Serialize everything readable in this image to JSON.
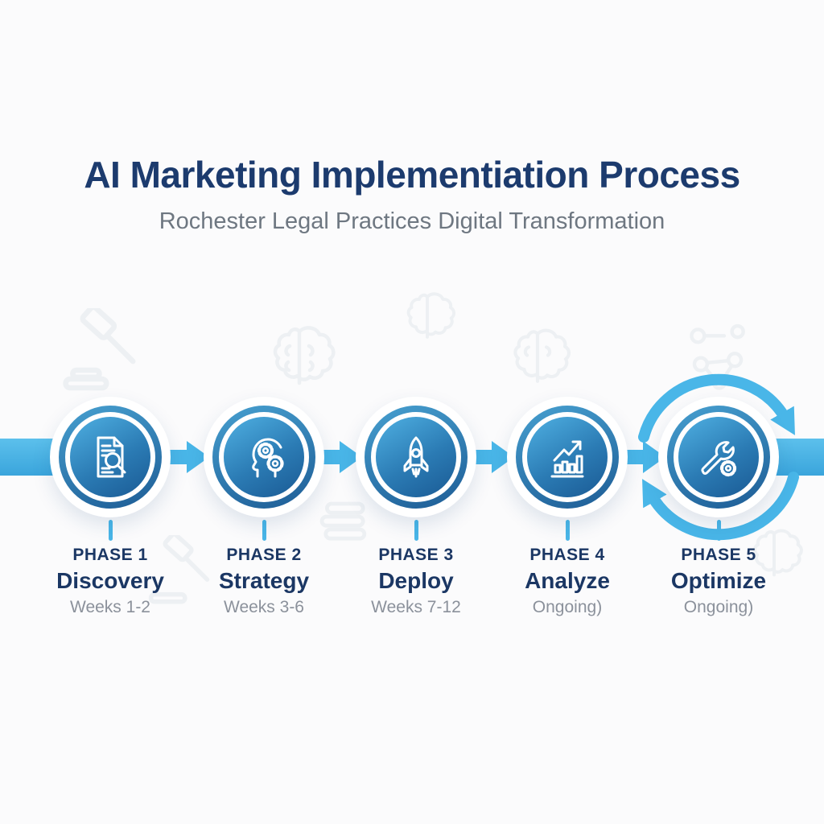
{
  "header": {
    "title": "AI Marketing Implementiation Process",
    "subtitle": "Rochester Legal Practices Digital Transformation"
  },
  "phases": [
    {
      "phase": "PHASE 1",
      "name": "Discovery",
      "duration": "Weeks 1-2",
      "icon": "document-search-icon"
    },
    {
      "phase": "PHASE 2",
      "name": "Strategy",
      "duration": "Weeks 3-6",
      "icon": "head-gears-icon"
    },
    {
      "phase": "PHASE 3",
      "name": "Deploy",
      "duration": "Weeks 7-12",
      "icon": "rocket-icon"
    },
    {
      "phase": "PHASE 4",
      "name": "Analyze",
      "duration": "Ongoing)",
      "icon": "growth-chart-icon"
    },
    {
      "phase": "PHASE 5",
      "name": "Optimize",
      "duration": "Ongoing)",
      "icon": "wrench-gear-icon"
    }
  ],
  "colors": {
    "accent_light_blue": "#49B6E8",
    "ring_gradient_top": "#47A0D0",
    "ring_gradient_bottom": "#1D5C95",
    "inner_gradient_top": "#4FB0E2",
    "inner_gradient_bottom": "#1A5A94",
    "title_navy": "#1C3B6E",
    "label_navy": "#1B3764",
    "subtitle_gray": "#6E7781",
    "duration_gray": "#8B919B",
    "watermark_gray": "#EDF0F3",
    "background": "#FBFBFC"
  },
  "watermarks": [
    "gavel-icon",
    "brain-icon",
    "brain-icon",
    "brain-icon",
    "network-nodes-icon",
    "gavel-icon",
    "books-icon",
    "brain-icon"
  ]
}
